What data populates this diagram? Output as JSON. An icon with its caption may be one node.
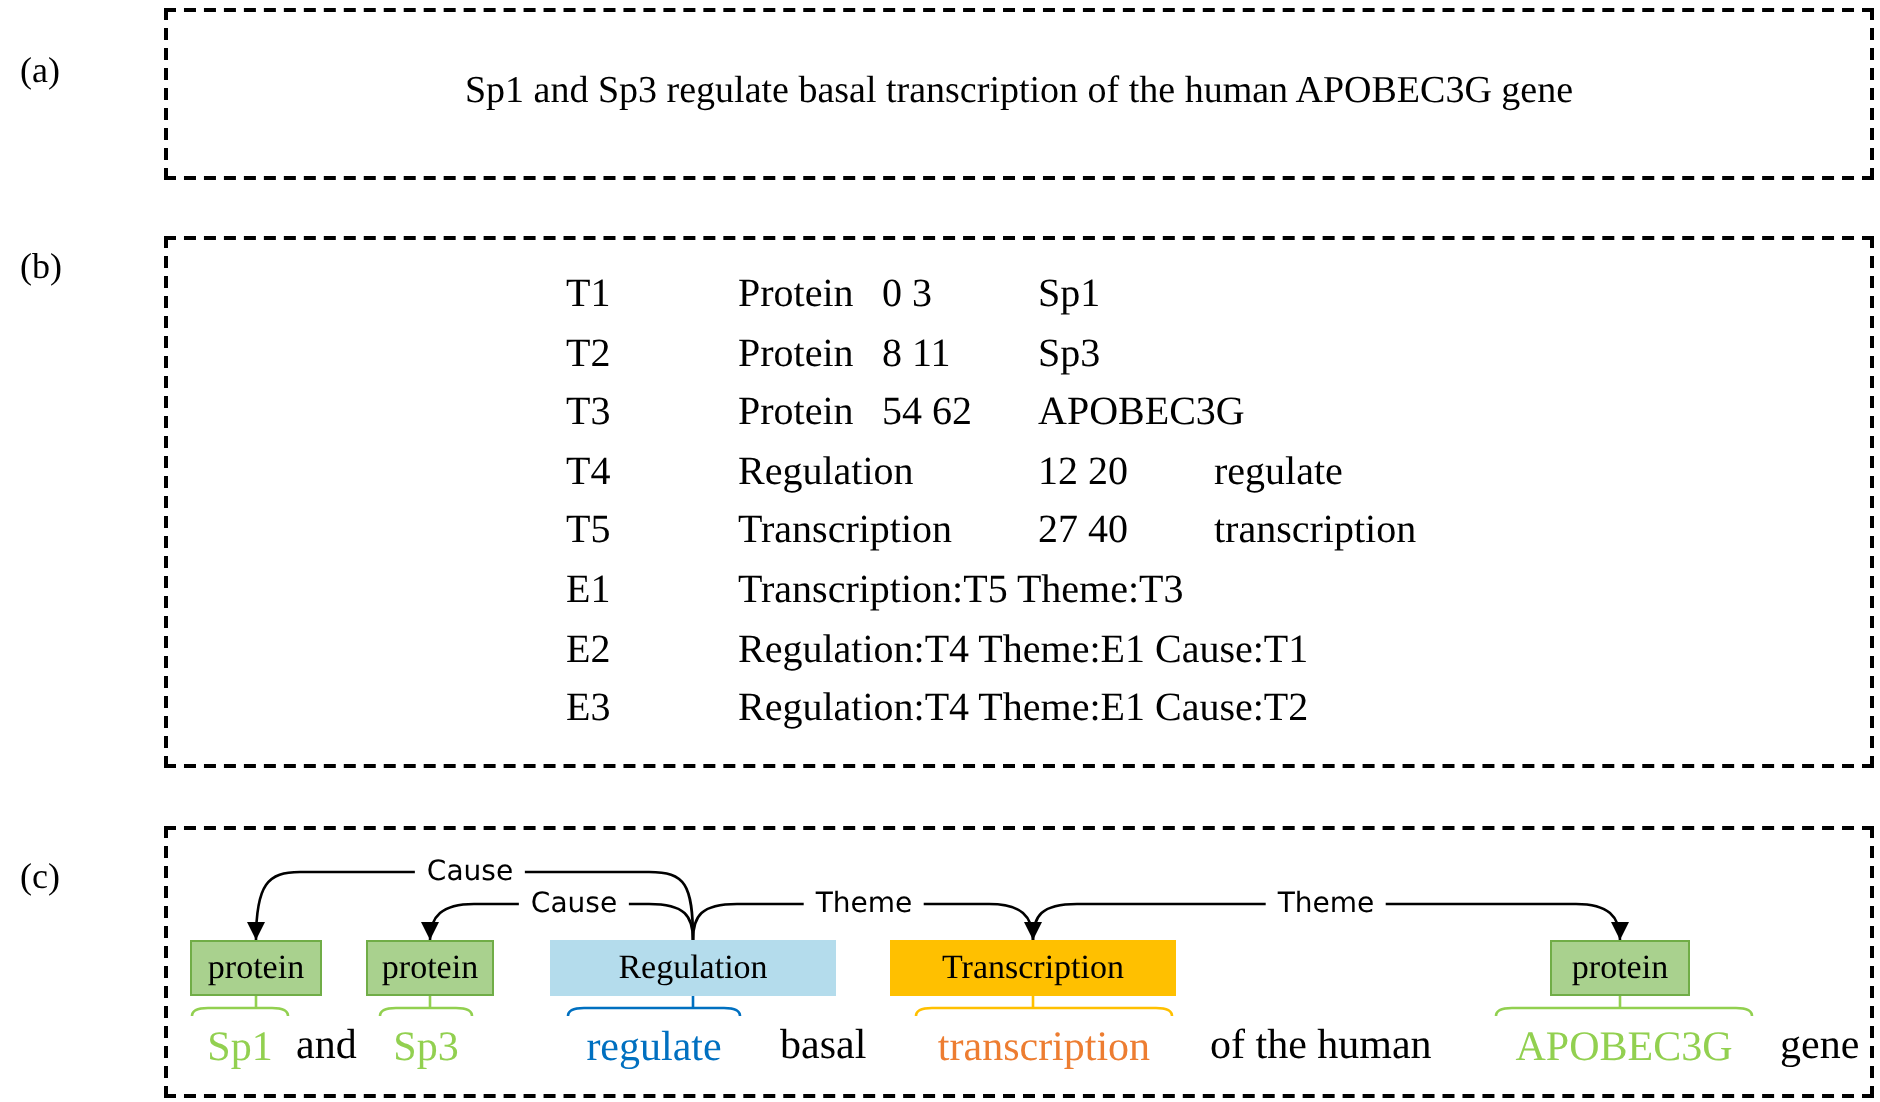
{
  "diagram": {
    "nodes": [
      {
        "text": [
          "(a)",
          "Sp1 and Sp3 regulate basal transcription of the human APOBEC3G gene"
        ]
      },
      {
        "text": [
          "(b)"
        ]
      },
      {
        "text": [
          "(c)"
        ]
      },
      {
        "text": [
          "protein"
        ],
        "in": 2
      },
      {
        "text": [
          "protein"
        ],
        "in": 2
      },
      {
        "text": [
          "Regulation"
        ],
        "in": 2
      },
      {
        "text": [
          "Transcription"
        ],
        "in": 2
      },
      {
        "text": [
          "protein"
        ],
        "in": 2
      },
      {
        "text": [
          "Sp1"
        ],
        "in": 2
      },
      {
        "text": [
          "Sp3"
        ],
        "in": 2
      },
      {
        "text": [
          "regulate"
        ],
        "in": 2
      },
      {
        "text": [
          "transcription"
        ],
        "in": 2
      },
      {
        "text": [
          "APOBEC3G"
        ],
        "in": 2
      }
    ],
    "edges": [
      {
        "from": 5,
        "to": 3,
        "arrow": "to",
        "label": "Cause"
      },
      {
        "from": 5,
        "to": 4,
        "arrow": "to",
        "label": "Cause"
      },
      {
        "from": 5,
        "to": 6,
        "arrow": "to",
        "label": "Theme"
      },
      {
        "from": 6,
        "to": 7,
        "arrow": "to",
        "label": "Theme"
      },
      {
        "from": 3,
        "to": 8,
        "arrow": "none",
        "color": "#92d050"
      },
      {
        "from": 4,
        "to": 9,
        "arrow": "none",
        "color": "#92d050"
      },
      {
        "from": 5,
        "to": 10,
        "arrow": "none",
        "color": "#0070c0"
      },
      {
        "from": 6,
        "to": 11,
        "arrow": "none",
        "color": "#ffc000"
      },
      {
        "from": 7,
        "to": 12,
        "arrow": "none",
        "color": "#92d050"
      }
    ],
    "labels": [
      "T1",
      "Protein",
      "0 3",
      "Sp1",
      "T2",
      "Protein",
      "8 11",
      "Sp3",
      "T3",
      "Protein",
      "54 62",
      "APOBEC3G",
      "T4",
      "Regulation",
      "12 20",
      "regulate",
      "T5",
      "Transcription",
      "27 40",
      "transcription",
      "E1",
      "Transcription:T5 Theme:T3",
      "E2",
      "Regulation:T4 Theme:E1 Cause:T1",
      "E3",
      "Regulation:T4 Theme:E1 Cause:T2",
      "and",
      "basal",
      "of the human",
      "gene"
    ]
  }
}
